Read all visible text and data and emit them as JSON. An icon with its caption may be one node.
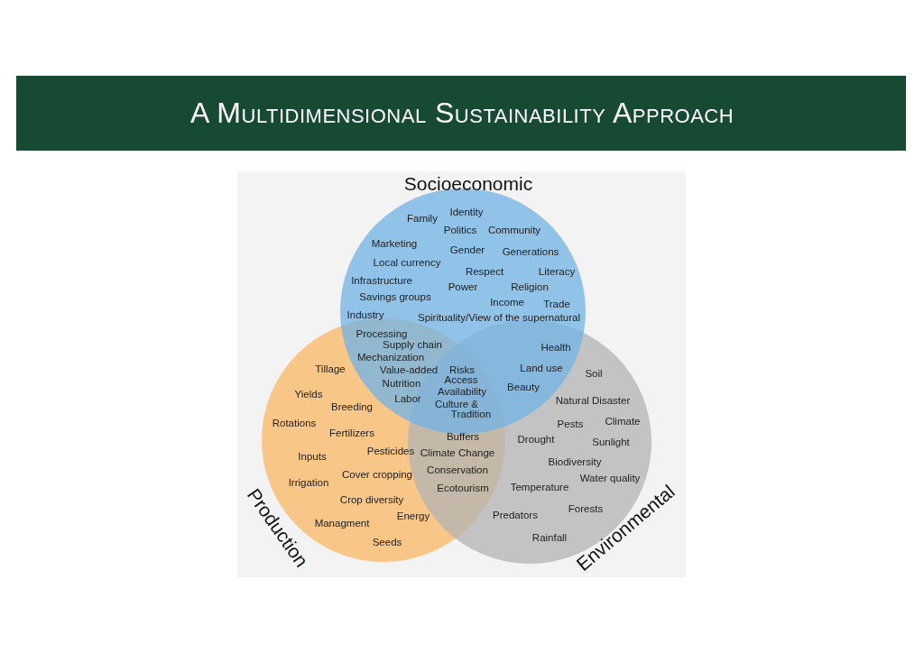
{
  "diagram": {
    "title": "A Multidimensional Sustainability Approach",
    "nodes": [
      {
        "text": [
          "Production"
        ]
      },
      {
        "text": [
          "Environmental"
        ]
      },
      {
        "text": [
          "Socioeconomic"
        ]
      }
    ],
    "labels": [
      "Identity",
      "Family",
      "Politics",
      "Community",
      "Marketing",
      "Gender",
      "Generations",
      "Local currency",
      "Respect",
      "Literacy",
      "Infrastructure",
      "Power",
      "Religion",
      "Savings groups",
      "Income",
      "Trade",
      "Industry",
      "Spirituality/View of the supernatural",
      "Processing",
      "Supply chain",
      "Health",
      "Mechanization",
      "Tillage",
      "Value-added",
      "Risks",
      "Land use",
      "Soil",
      "Access",
      "Nutrition",
      "Beauty",
      "Yields",
      "Availability",
      "Labor",
      "Culture &",
      "Natural Disaster",
      "Breeding",
      "Tradition",
      "Rotations",
      "Pests",
      "Climate",
      "Fertilizers",
      "Buffers",
      "Drought",
      "Sunlight",
      "Pesticides",
      "Climate Change",
      "Inputs",
      "Biodiversity",
      "Conservation",
      "Cover cropping",
      "Water quality",
      "Irrigation",
      "Ecotourism",
      "Temperature",
      "Crop diversity",
      "Forests",
      "Energy",
      "Predators",
      "Managment",
      "Rainfall",
      "Seeds"
    ]
  }
}
